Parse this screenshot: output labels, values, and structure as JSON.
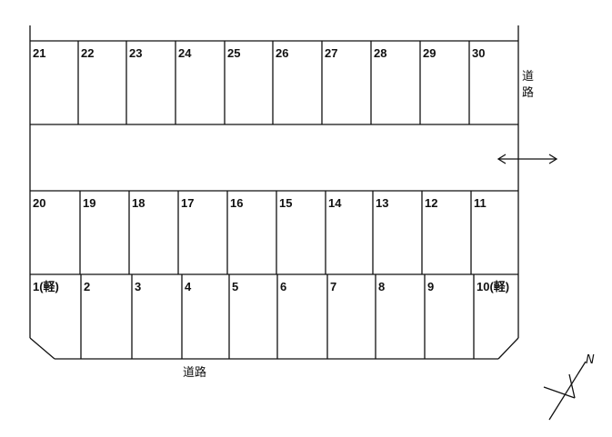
{
  "top_row": [
    {
      "number": "21"
    },
    {
      "number": "22"
    },
    {
      "number": "23"
    },
    {
      "number": "24"
    },
    {
      "number": "25"
    },
    {
      "number": "26"
    },
    {
      "number": "27"
    },
    {
      "number": "28"
    },
    {
      "number": "29"
    },
    {
      "number": "30"
    }
  ],
  "middle_row": [
    {
      "number": "20"
    },
    {
      "number": "19"
    },
    {
      "number": "18"
    },
    {
      "number": "17"
    },
    {
      "number": "16"
    },
    {
      "number": "15"
    },
    {
      "number": "14"
    },
    {
      "number": "13"
    },
    {
      "number": "12"
    },
    {
      "number": "11"
    }
  ],
  "bottom_row": [
    {
      "number": "1(軽)"
    },
    {
      "number": "2"
    },
    {
      "number": "3"
    },
    {
      "number": "4"
    },
    {
      "number": "5"
    },
    {
      "number": "6"
    },
    {
      "number": "7"
    },
    {
      "number": "8"
    },
    {
      "number": "9"
    },
    {
      "number": "10(軽)"
    }
  ],
  "road_labels": {
    "east_line1": "道",
    "east_line2": "路",
    "south": "道路"
  },
  "compass": {
    "north_label": "N"
  },
  "colors": {
    "line": "#111111",
    "background": "#ffffff"
  }
}
